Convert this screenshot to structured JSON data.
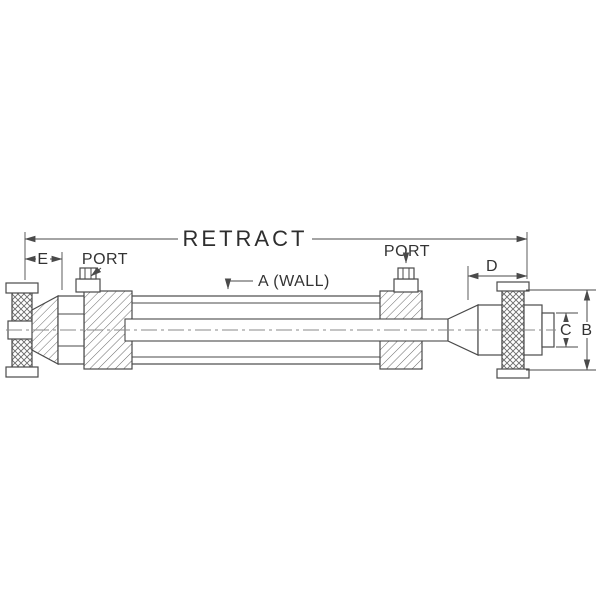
{
  "drawing": {
    "kind": "hydraulic-cylinder-cross-section-diagram",
    "background": "#ffffff",
    "line_color": "#4a4a4a",
    "text_color": "#333333",
    "dimensions": {
      "retract": "RETRACT",
      "e": "E",
      "d": "D",
      "c": "C",
      "b": "B",
      "wall": "A (WALL)"
    },
    "callouts": {
      "port_left": "PORT",
      "port_right": "PORT"
    }
  }
}
